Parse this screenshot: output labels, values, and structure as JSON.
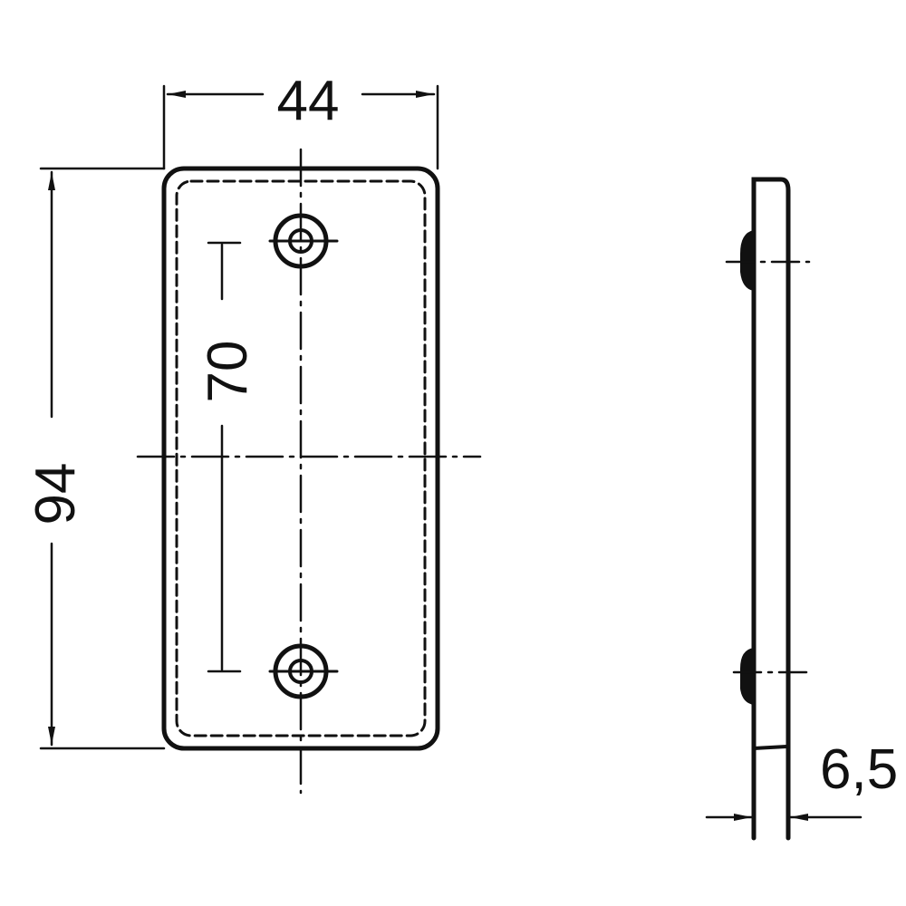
{
  "drawing": {
    "width_label": "44",
    "height_label": "94",
    "hole_spacing_label": "70",
    "thickness_label": "6,5"
  },
  "colors": {
    "line": "#111111",
    "background": "#ffffff"
  }
}
